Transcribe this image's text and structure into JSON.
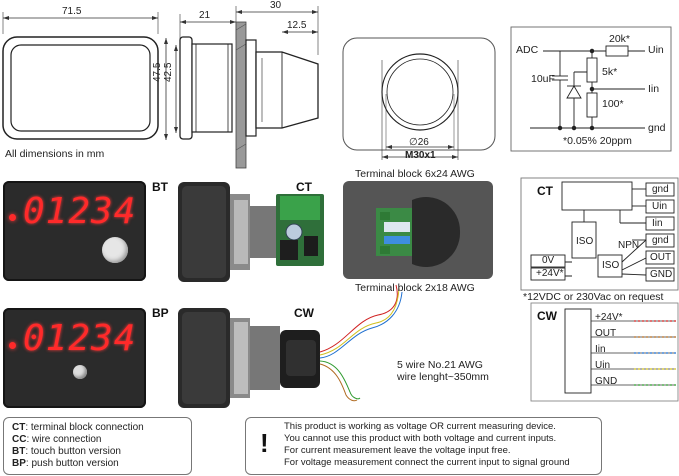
{
  "dimensions": {
    "front_width": "71.5",
    "front_height": "47.5",
    "body_height": "42.5",
    "side_depth": "21",
    "total_depth": "30",
    "flange_depth": "12.5",
    "hole_diameter": "∅26",
    "thread": "M30x1",
    "note": "All dimensions in mm"
  },
  "circuit": {
    "adc": "ADC",
    "r1": "20k*",
    "uin": "Uin",
    "cap": "10uF",
    "r2": "5k*",
    "iin": "Iin",
    "r3": "100*",
    "gnd": "gnd",
    "tolerance": "*0.05% 20ppm"
  },
  "versions": {
    "bt": "BT",
    "bp": "BP",
    "ct": "CT",
    "cw": "CW",
    "display_value": "01234"
  },
  "terminal": {
    "ct_caption": "Terminal block 6x24 AWG",
    "cc_caption": "Terminal block 2x18 AWG",
    "wire_line1": "5 wire No.21 AWG",
    "wire_line2": "wire lenght~350mm"
  },
  "ct_wiring": {
    "title": "CT",
    "pins": [
      "gnd",
      "Uin",
      "Iin",
      "gnd",
      "OUT",
      "GND"
    ],
    "iso1": "ISO",
    "iso2": "ISO",
    "npn": "NPN",
    "v0": "0V",
    "v24": "+24V*",
    "note": "*12VDC or 230Vac on request"
  },
  "cw_wiring": {
    "title": "CW",
    "wires": [
      "+24V*",
      "OUT",
      "Iin",
      "Uin",
      "GND"
    ],
    "colors": [
      "#d02020",
      "#b06a20",
      "#1e6fd0",
      "#d0c020",
      "#2e9a2e"
    ]
  },
  "legend": {
    "items": [
      {
        "code": "CT",
        "text": ": terminal block connection"
      },
      {
        "code": "CC",
        "text": ": wire connection"
      },
      {
        "code": "BT",
        "text": ": touch button version"
      },
      {
        "code": "BP",
        "text": ": push button version"
      }
    ]
  },
  "warning": {
    "symbol": "!",
    "lines": [
      "This product is working as voltage OR current measuring device.",
      "You cannot use this product with both voltage and current inputs.",
      "For current measurement leave the voltage input free.",
      "For voltage measurement connect the current input to signal ground"
    ]
  }
}
